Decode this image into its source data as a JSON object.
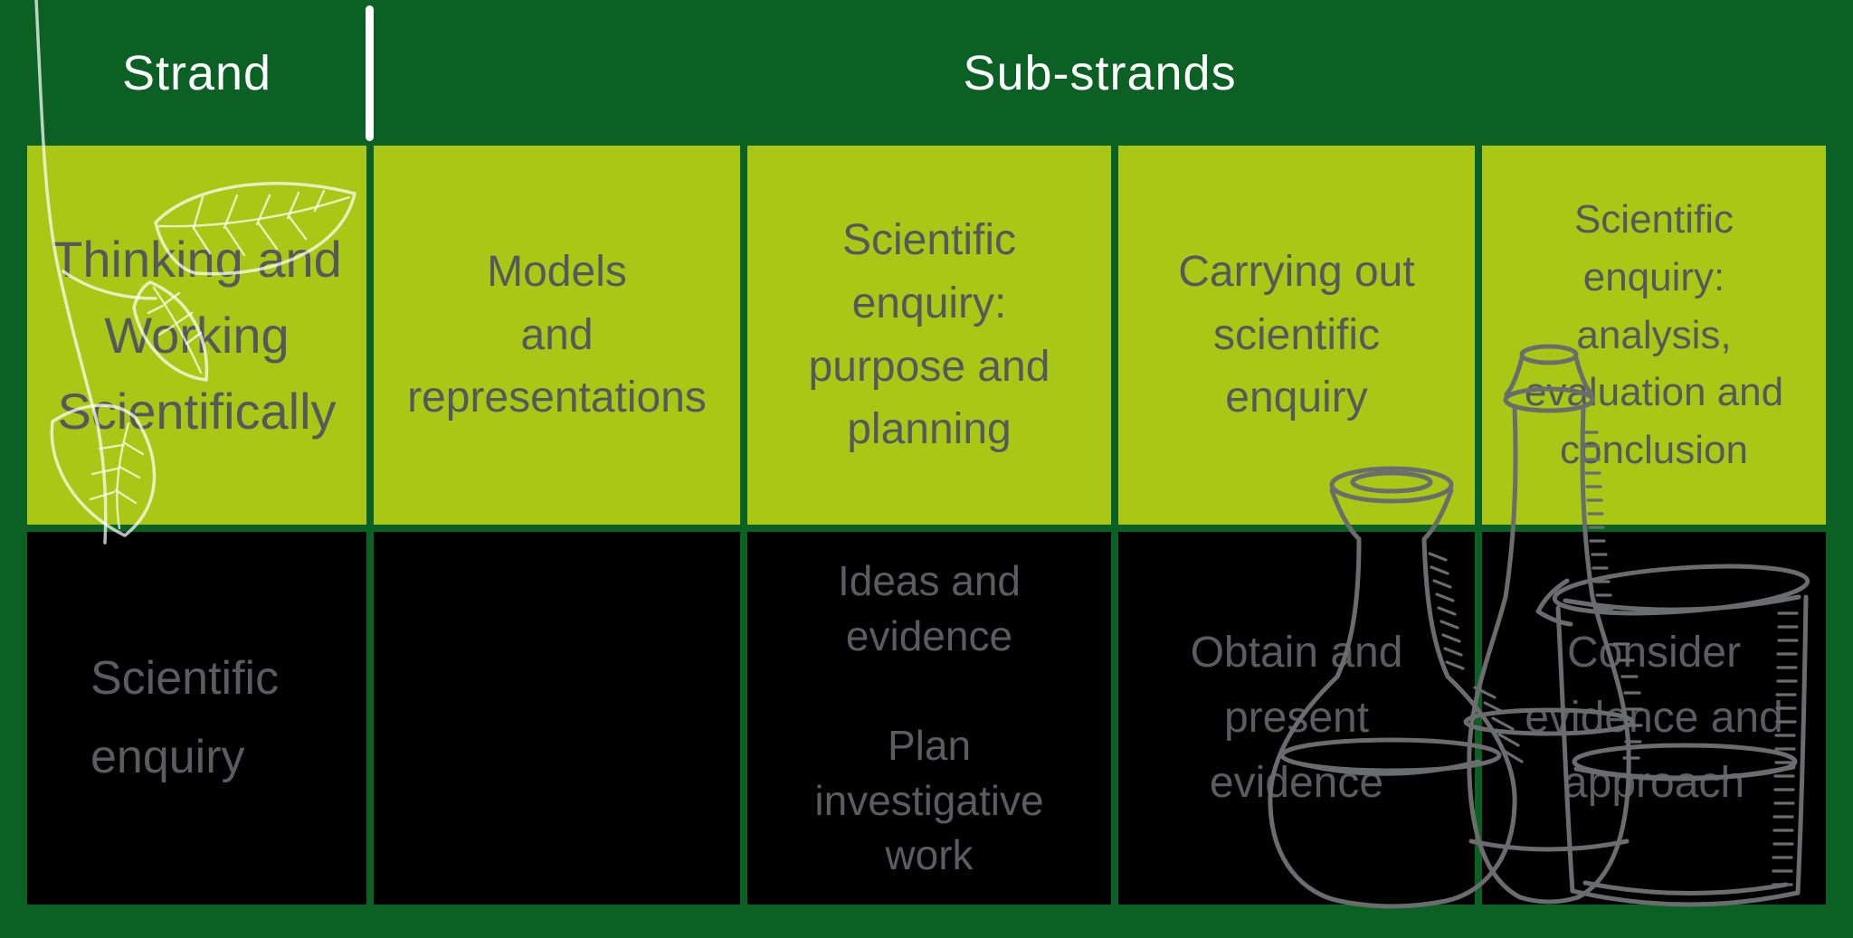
{
  "colors": {
    "background": "#0B6124",
    "lime": "#A9C714",
    "cell-black": "#000000",
    "white": "#FFFFFF",
    "text-on-lime": "#57585D",
    "text-on-black": "#5B5C5F",
    "illustration-gray": "#6B6C6E"
  },
  "header": {
    "strand": "Strand",
    "substrands": "Sub-strands"
  },
  "substrand_row": [
    {
      "label": "Thinking and\nWorking\nScientifically"
    },
    {
      "label": "Models\nand\nrepresentations"
    },
    {
      "label": "Scientific\nenquiry:\npurpose and\nplanning"
    },
    {
      "label": "Carrying out\nscientific\nenquiry"
    },
    {
      "label": "Scientific\nenquiry:\nanalysis,\nevaluation and\nconclusion"
    }
  ],
  "strand_detail_row": [
    {
      "label": "Scientific\nenquiry"
    },
    {
      "label": ""
    },
    {
      "label": "Ideas and\nevidence\n\nPlan\ninvestigative\nwork"
    },
    {
      "label": "Obtain and\npresent\nevidence"
    },
    {
      "label": "Consider\nevidence and\napproach"
    }
  ],
  "decorations": {
    "top_left": "leaf-branch-icon",
    "bottom_right": "lab-glassware-icon"
  }
}
